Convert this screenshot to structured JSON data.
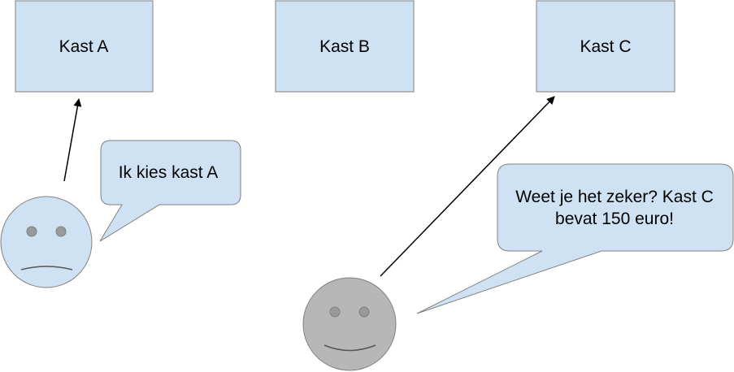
{
  "boxes": [
    {
      "label": "Kast A"
    },
    {
      "label": "Kast B"
    },
    {
      "label": "Kast C"
    }
  ],
  "bubbles": {
    "left": {
      "text": "Ik kies kast A"
    },
    "right": {
      "line1": "Weet je het zeker? Kast C",
      "line2": "bevat 150 euro!"
    }
  },
  "faces": {
    "left": {
      "expression": "sad"
    },
    "right": {
      "expression": "happy"
    }
  },
  "colors": {
    "box_fill": "#cfe2f3",
    "box_stroke": "#808080",
    "bubble_fill": "#cfe2f3",
    "face_left_fill": "#cfe2f3",
    "face_right_fill": "#b7b7b7",
    "eye_fill": "#999999",
    "line": "#000000"
  }
}
